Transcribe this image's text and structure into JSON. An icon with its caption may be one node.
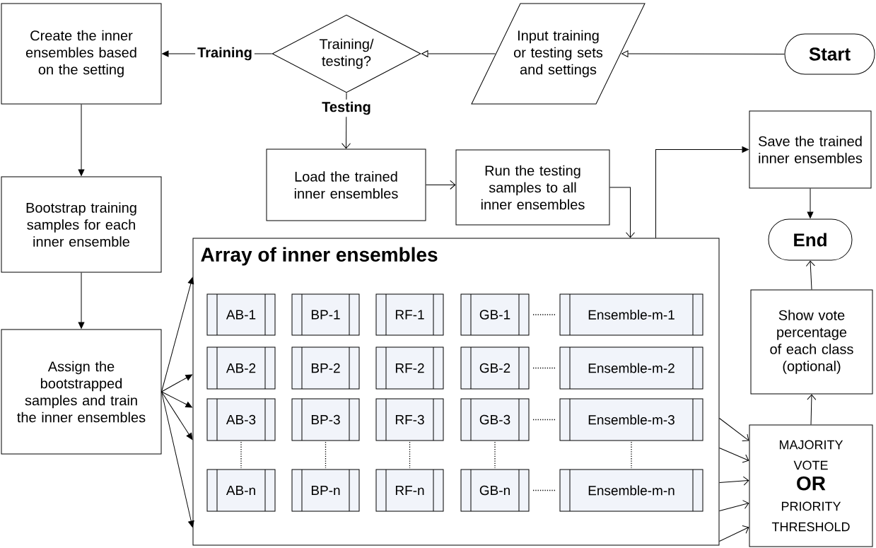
{
  "diagram": {
    "nodes": [
      {
        "text": [
          "Start"
        ]
      },
      {
        "text": [
          "Input training or testing sets and settings"
        ]
      },
      {
        "text": [
          "Training/ testing?"
        ]
      },
      {
        "text": [
          "Create the inner ensembles based on the setting"
        ]
      },
      {
        "text": [
          "Load the trained inner ensembles"
        ]
      },
      {
        "text": [
          "Run the testing samples to all inner ensembles"
        ]
      },
      {
        "text": [
          "Save the trained inner ensembles"
        ]
      },
      {
        "text": [
          "End"
        ]
      },
      {
        "text": [
          "Bootstrap training samples for each inner ensemble"
        ]
      },
      {
        "text": [
          "Assign the bootstrapped samples and train the inner ensembles"
        ]
      },
      {
        "text": [
          "Array of inner ensembles"
        ]
      },
      {
        "text": [
          "AB-1"
        ],
        "in": 10
      },
      {
        "text": [
          "BP-1"
        ],
        "in": 10
      },
      {
        "text": [
          "RF-1"
        ],
        "in": 10
      },
      {
        "text": [
          "GB-1"
        ],
        "in": 10
      },
      {
        "text": [
          "Ensemble-m-1"
        ],
        "in": 10
      },
      {
        "text": [
          "AB-2"
        ],
        "in": 10
      },
      {
        "text": [
          "BP-2"
        ],
        "in": 10
      },
      {
        "text": [
          "RF-2"
        ],
        "in": 10
      },
      {
        "text": [
          "GB-2"
        ],
        "in": 10
      },
      {
        "text": [
          "Ensemble-m-2"
        ],
        "in": 10
      },
      {
        "text": [
          "AB-3"
        ],
        "in": 10
      },
      {
        "text": [
          "BP-3"
        ],
        "in": 10
      },
      {
        "text": [
          "RF-3"
        ],
        "in": 10
      },
      {
        "text": [
          "GB-3"
        ],
        "in": 10
      },
      {
        "text": [
          "Ensemble-m-3"
        ],
        "in": 10
      },
      {
        "text": [
          "AB-n"
        ],
        "in": 10
      },
      {
        "text": [
          "BP-n"
        ],
        "in": 10
      },
      {
        "text": [
          "RF-n"
        ],
        "in": 10
      },
      {
        "text": [
          "GB-n"
        ],
        "in": 10
      },
      {
        "text": [
          "Ensemble-m-n"
        ],
        "in": 10
      },
      {
        "text": [
          "Show vote percentage of each class (optional)"
        ]
      },
      {
        "text": [
          "MAJORITY VOTE",
          "OR",
          "PRIORITY THRESHOLD"
        ]
      }
    ],
    "edges": [
      {
        "from": 0,
        "to": 1,
        "arrow": "to"
      },
      {
        "from": 1,
        "to": 2,
        "arrow": "to"
      },
      {
        "from": 2,
        "to": 3,
        "arrow": "to",
        "label": "Training"
      },
      {
        "from": 2,
        "to": 4,
        "arrow": "to",
        "label": "Testing"
      },
      {
        "from": 3,
        "to": 8,
        "arrow": "to"
      },
      {
        "from": 8,
        "to": 9,
        "arrow": "to"
      },
      {
        "from": 9,
        "to": 10,
        "arrow": "to"
      },
      {
        "from": 9,
        "to": 10,
        "arrow": "to"
      },
      {
        "from": 9,
        "to": 10,
        "arrow": "to"
      },
      {
        "from": 9,
        "to": 10,
        "arrow": "to"
      },
      {
        "from": 9,
        "to": 10,
        "arrow": "to"
      },
      {
        "from": 4,
        "to": 5,
        "arrow": "to"
      },
      {
        "from": 5,
        "to": 10,
        "arrow": "to"
      },
      {
        "from": 10,
        "to": 6,
        "arrow": "to"
      },
      {
        "from": 6,
        "to": 7,
        "arrow": "to"
      },
      {
        "from": 10,
        "to": 32,
        "arrow": "to"
      },
      {
        "from": 10,
        "to": 32,
        "arrow": "to"
      },
      {
        "from": 10,
        "to": 32,
        "arrow": "to"
      },
      {
        "from": 10,
        "to": 32,
        "arrow": "to"
      },
      {
        "from": 10,
        "to": 32,
        "arrow": "to"
      },
      {
        "from": 32,
        "to": 31,
        "arrow": "to"
      },
      {
        "from": 31,
        "to": 7,
        "arrow": "to"
      }
    ]
  }
}
